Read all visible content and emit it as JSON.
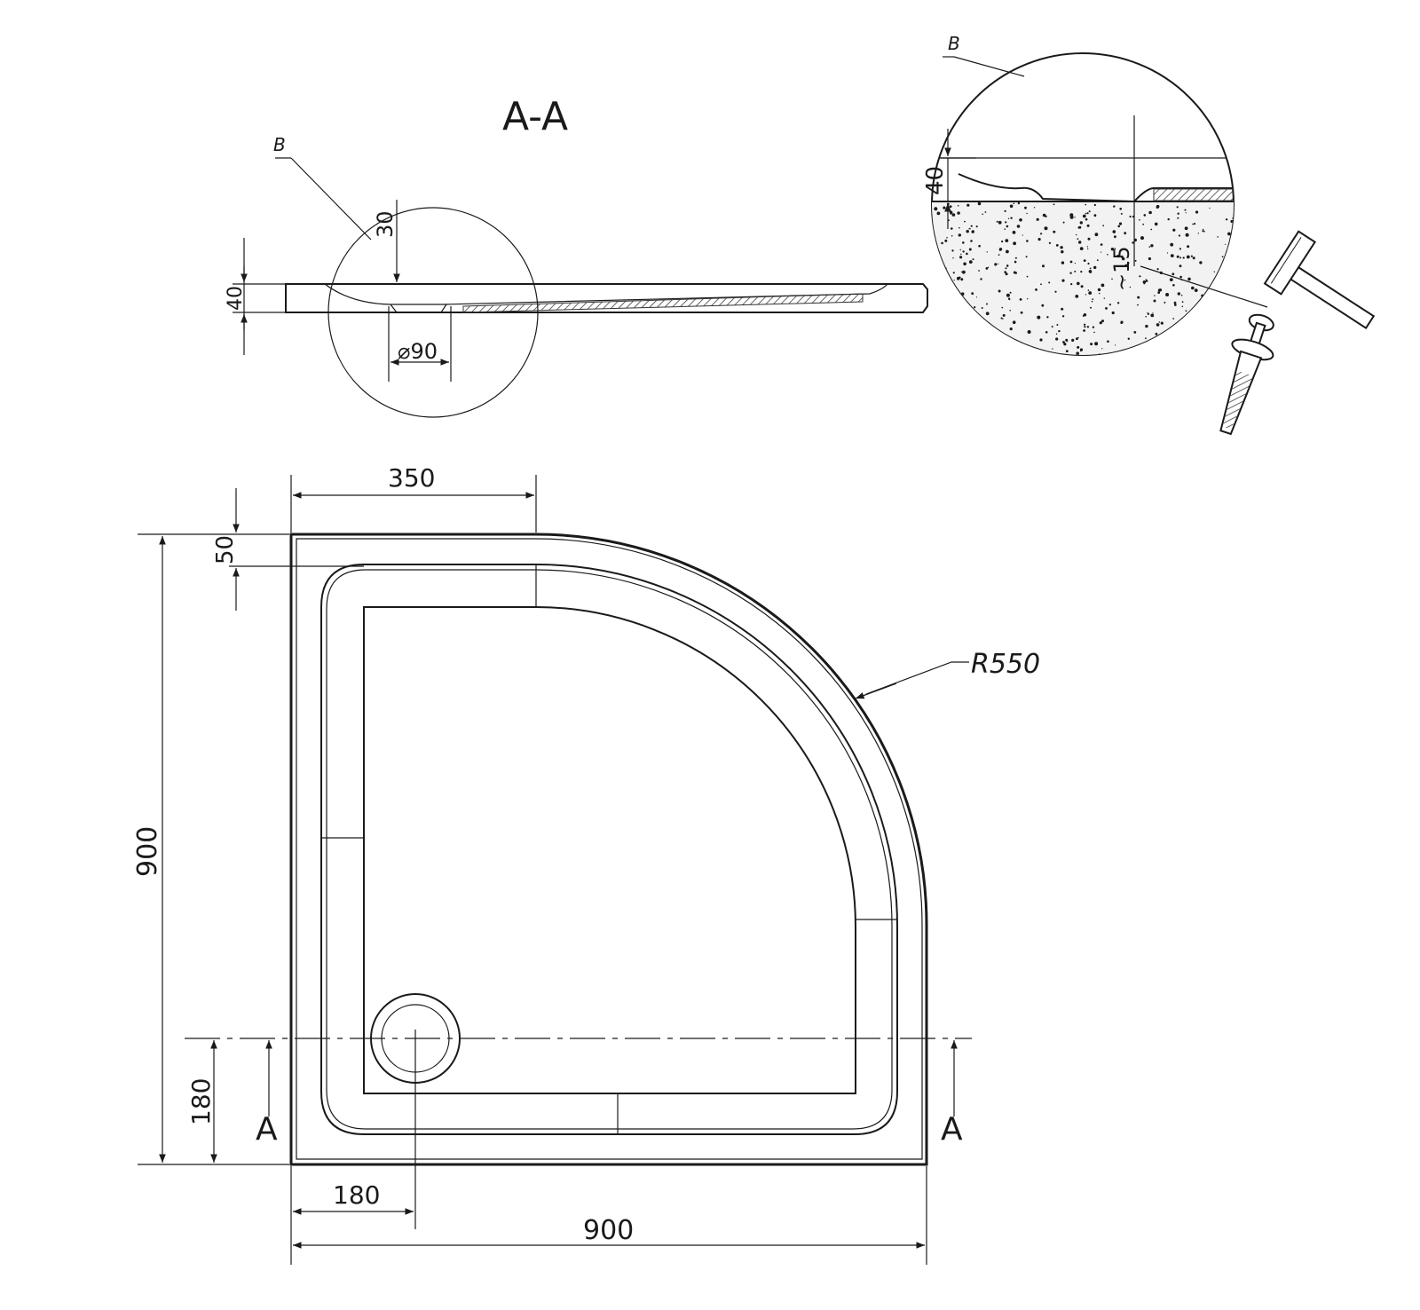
{
  "section": {
    "title": "A-A",
    "detail_ref": "B",
    "dim_depth_30": "30",
    "dim_height_40": "40",
    "dim_drain_diameter": "⌀90"
  },
  "detail_b": {
    "label": "B",
    "dim_height_40": "40",
    "dim_approx_15": "~15"
  },
  "plan": {
    "dim_top_350": "350",
    "dim_rim_50": "50",
    "dim_side_900": "900",
    "dim_bottom_900": "900",
    "dim_drain_x_180": "180",
    "dim_drain_y_180": "180",
    "radius_label": "R550",
    "section_marker_left": "A",
    "section_marker_right": "A"
  },
  "colors": {
    "line": "#1a1a1a",
    "background": "#ffffff",
    "hatch": "#333333"
  },
  "icons": [
    "hammer-icon",
    "anchor-bolt-icon"
  ]
}
